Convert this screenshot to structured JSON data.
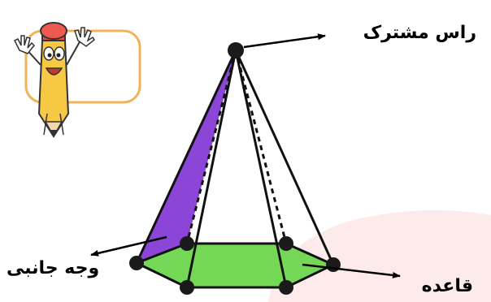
{
  "labels": {
    "apex": "راس مشترک",
    "lateral_face": "وجه جانبی",
    "base": "قاعده"
  },
  "colors": {
    "lateral_face_fill": "#8b46d8",
    "base_fill": "#74d856",
    "background_blob": "#fdeaea",
    "card_border": "#f2b25a",
    "vertex": "#1a1a1a"
  },
  "icons": {
    "mascot": "pencil-mascot-icon"
  }
}
